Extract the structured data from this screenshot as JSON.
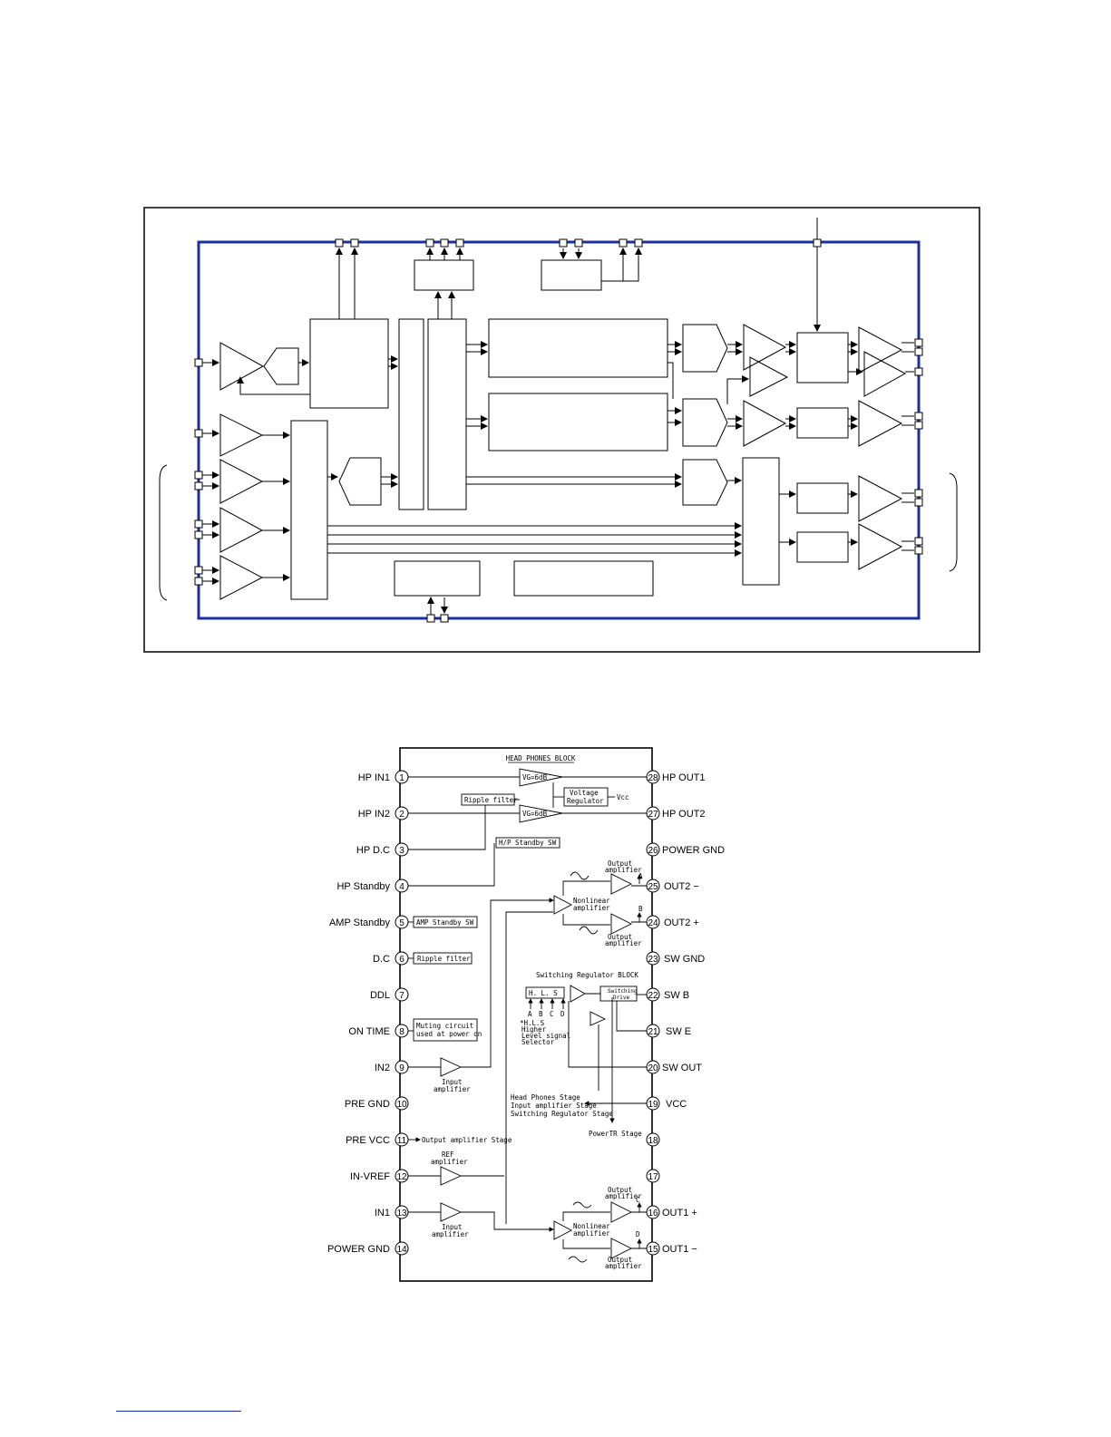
{
  "diagram1": {
    "colors": {
      "frame": "#000000",
      "bus": "#1c2f9e"
    }
  },
  "diagram2": {
    "block_title": "HEAD PHONES BLOCK",
    "left_pins": [
      {
        "num": "1",
        "label": "HP IN1"
      },
      {
        "num": "2",
        "label": "HP IN2"
      },
      {
        "num": "3",
        "label": "HP D.C"
      },
      {
        "num": "4",
        "label": "HP Standby"
      },
      {
        "num": "5",
        "label": "AMP Standby"
      },
      {
        "num": "6",
        "label": "D.C"
      },
      {
        "num": "7",
        "label": "DDL"
      },
      {
        "num": "8",
        "label": "ON TIME"
      },
      {
        "num": "9",
        "label": "IN2"
      },
      {
        "num": "10",
        "label": "PRE GND"
      },
      {
        "num": "11",
        "label": "PRE VCC"
      },
      {
        "num": "12",
        "label": "IN-VREF"
      },
      {
        "num": "13",
        "label": "IN1"
      },
      {
        "num": "14",
        "label": "POWER GND"
      }
    ],
    "right_pins": [
      {
        "num": "28",
        "label": "HP OUT1"
      },
      {
        "num": "27",
        "label": "HP OUT2"
      },
      {
        "num": "26",
        "label": "POWER GND"
      },
      {
        "num": "25",
        "label": "OUT2 −"
      },
      {
        "num": "24",
        "label": "OUT2 +"
      },
      {
        "num": "23",
        "label": "SW GND"
      },
      {
        "num": "22",
        "label": "SW B"
      },
      {
        "num": "21",
        "label": "SW E"
      },
      {
        "num": "20",
        "label": "SW OUT"
      },
      {
        "num": "19",
        "label": "VCC"
      },
      {
        "num": "18",
        "label": ""
      },
      {
        "num": "17",
        "label": ""
      },
      {
        "num": "16",
        "label": "OUT1 +"
      },
      {
        "num": "15",
        "label": "OUT1 −"
      }
    ],
    "texts": {
      "vg1": "VG=6dB",
      "vg2": "VG=6dB",
      "voltage_reg_1": "Voltage",
      "voltage_reg_2": "Regulator",
      "vcc_tag": "Vcc",
      "ripple_filter_hp": "Ripple filter",
      "hp_standby_sw": "H/P Standby SW",
      "amp_standby_sw": "AMP Standby SW",
      "ripple_filter": "Ripple filter",
      "muting_1": "Muting circuit",
      "muting_2": "used at power on",
      "input_amp_1": "Input",
      "input_amp_2": "amplifier",
      "ref_amp_1": "REF",
      "ref_amp_2": "amplifier",
      "output_amp_stage": "Output amplifier Stage",
      "output_amp_1": "Output",
      "output_amp_2": "amplifier",
      "nonlinear_1": "Nonlinear",
      "nonlinear_2": "amplifier",
      "sw_reg_block": "Switching Regulator BLOCK",
      "hls": "H. L. S",
      "sw_drive_1": "Switching",
      "sw_drive_2": "Drive",
      "hls_note_1": "*H.L.S",
      "hls_note_2": "Higher",
      "hls_note_3": "Level signal",
      "hls_note_4": "Selector",
      "stage_1": "Head Phones Stage",
      "stage_2": "Input amplifier Stage",
      "stage_3": "Switching Regulator Stage",
      "power_tr_stage": "PowerTR Stage",
      "letter_a": "A",
      "letter_b": "B",
      "letter_c": "C",
      "letter_d": "D"
    }
  }
}
